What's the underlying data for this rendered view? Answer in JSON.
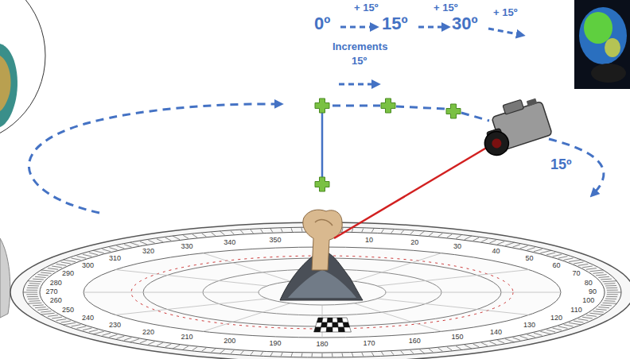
{
  "diagram": {
    "labels": [
      "0º",
      "+ 15º",
      "15º",
      "+ 15º",
      "30º",
      "+ 15º",
      "Increments",
      "15º",
      "15º",
      "10",
      "20",
      "30",
      "40",
      "50",
      "60",
      "70",
      "80",
      "90",
      "100",
      "110",
      "120",
      "130",
      "140",
      "150",
      "160",
      "170",
      "180",
      "190",
      "200",
      "210",
      "220",
      "230",
      "240",
      "250",
      "260",
      "270",
      "280",
      "290",
      "300",
      "310",
      "320",
      "330",
      "340",
      "350"
    ]
  }
}
